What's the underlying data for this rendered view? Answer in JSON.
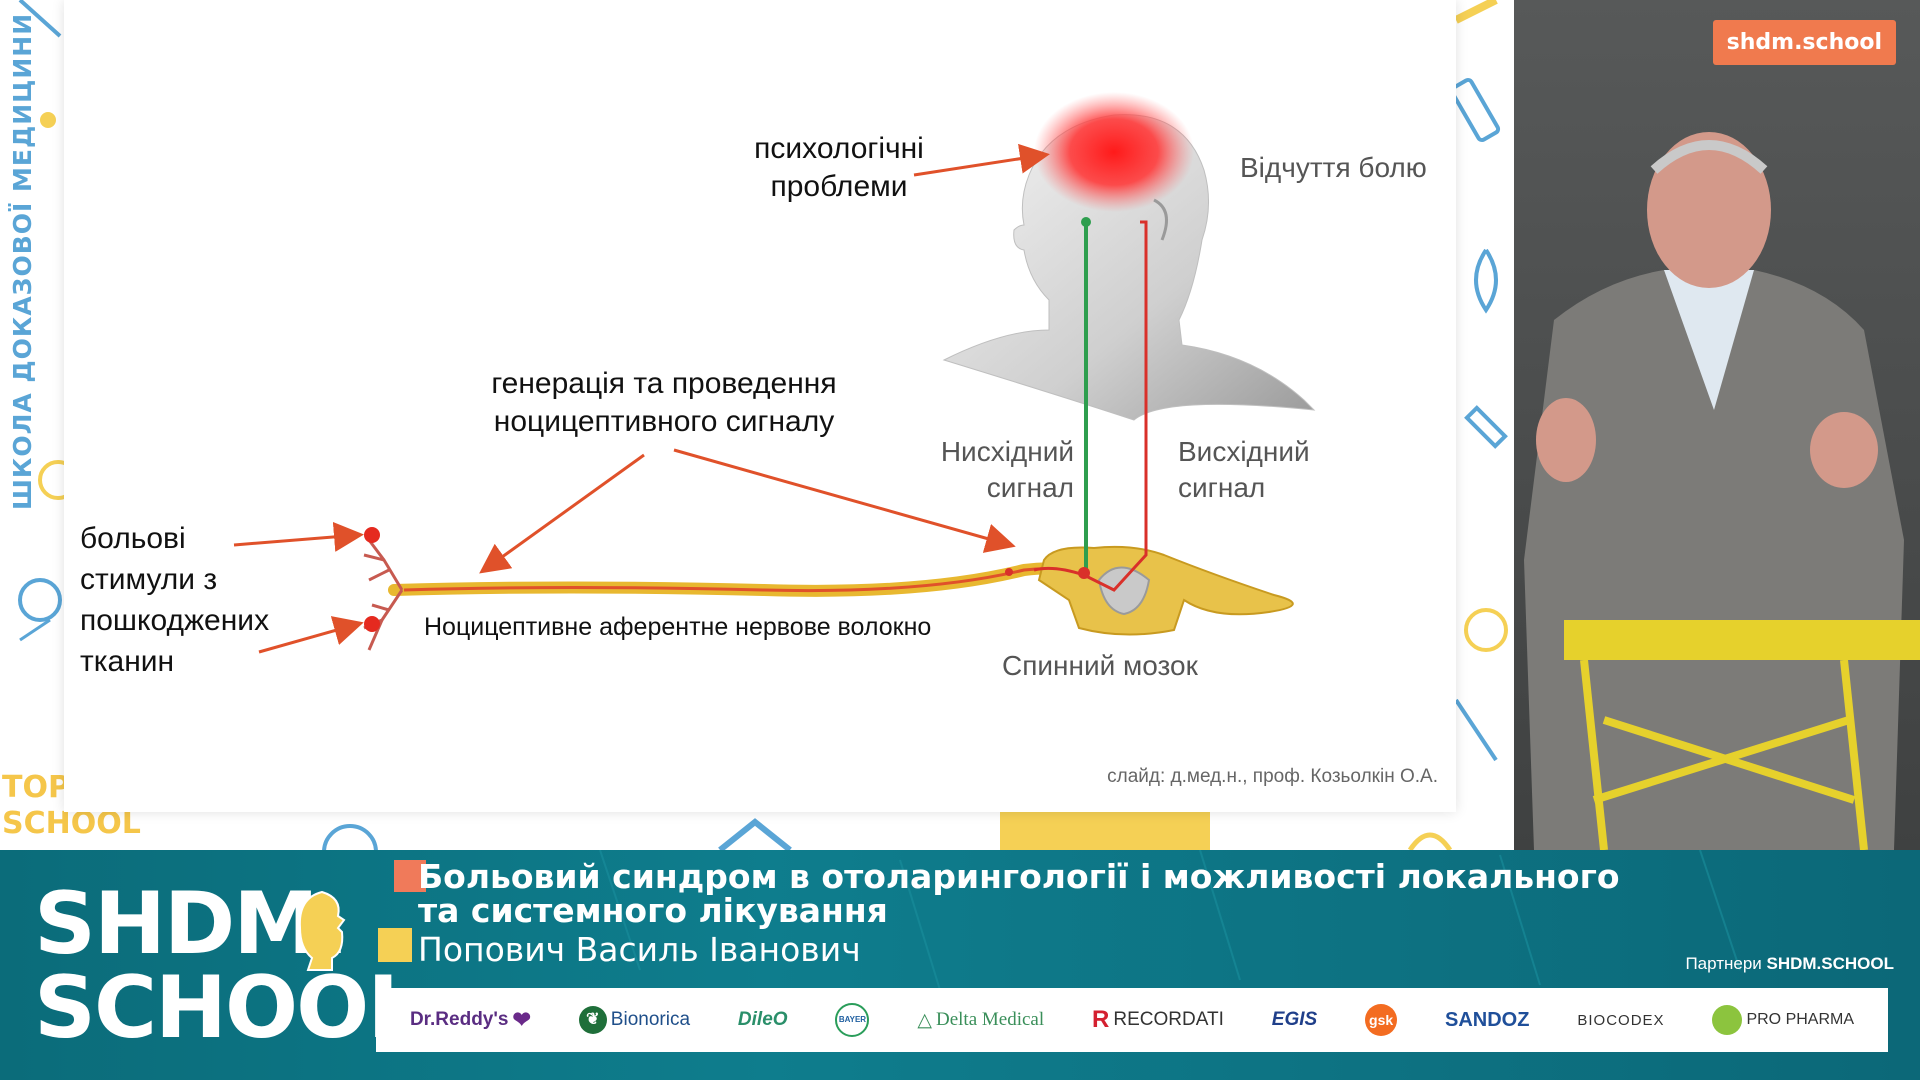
{
  "side_banner": {
    "text": "ШКОЛА ДОКАЗОВОЇ МЕДИЦИНИ"
  },
  "corner_logo": {
    "line1": "TOP",
    "line2": "SCHOOL"
  },
  "slide": {
    "labels": {
      "psych": [
        "психологічні",
        "проблеми"
      ],
      "pain_feeling": "Відчуття болю",
      "generation": [
        "генерація та проведення",
        "ноцицептивного сигналу"
      ],
      "descending": [
        "Нисхідний",
        "сигнал"
      ],
      "ascending": [
        "Висхідний",
        "сигнал"
      ],
      "stimuli": [
        "больові",
        "стимули з",
        "пошкоджених",
        "тканин"
      ],
      "fiber": "Ноцицептивне аферентне нервове волокно",
      "spinal_cord": "Спинний мозок"
    },
    "credit": "слайд: д.мед.н., проф. Козьолкін О.А.",
    "colors": {
      "arrow": "#e0512a",
      "green_line": "#2e9e4e",
      "red_line": "#d9302a",
      "nerve": "#e8b830"
    }
  },
  "video": {
    "badge": "shdm.school"
  },
  "lower_third": {
    "logo_line1": "SHDM.",
    "logo_line2": "SCHOOL",
    "title_line1": "Больовий синдром в отоларингології і можливості локального",
    "title_line2": "та системного лікування",
    "speaker": "Попович Василь Іванович",
    "partners_prefix": "Партнери ",
    "partners_brand": "SHDM.SCHOOL",
    "sponsors": [
      "Dr.Reddy's",
      "Bionorica",
      "DileO",
      "BAYER",
      "Delta Medical",
      "RECORDATI",
      "EGIS",
      "gsk",
      "SANDOZ",
      "BIOCODEX",
      "PRO PHARMA"
    ],
    "colors": {
      "bg": "#0e7d8d",
      "red_square": "#f07a5a",
      "yellow_square": "#f5d055"
    }
  }
}
